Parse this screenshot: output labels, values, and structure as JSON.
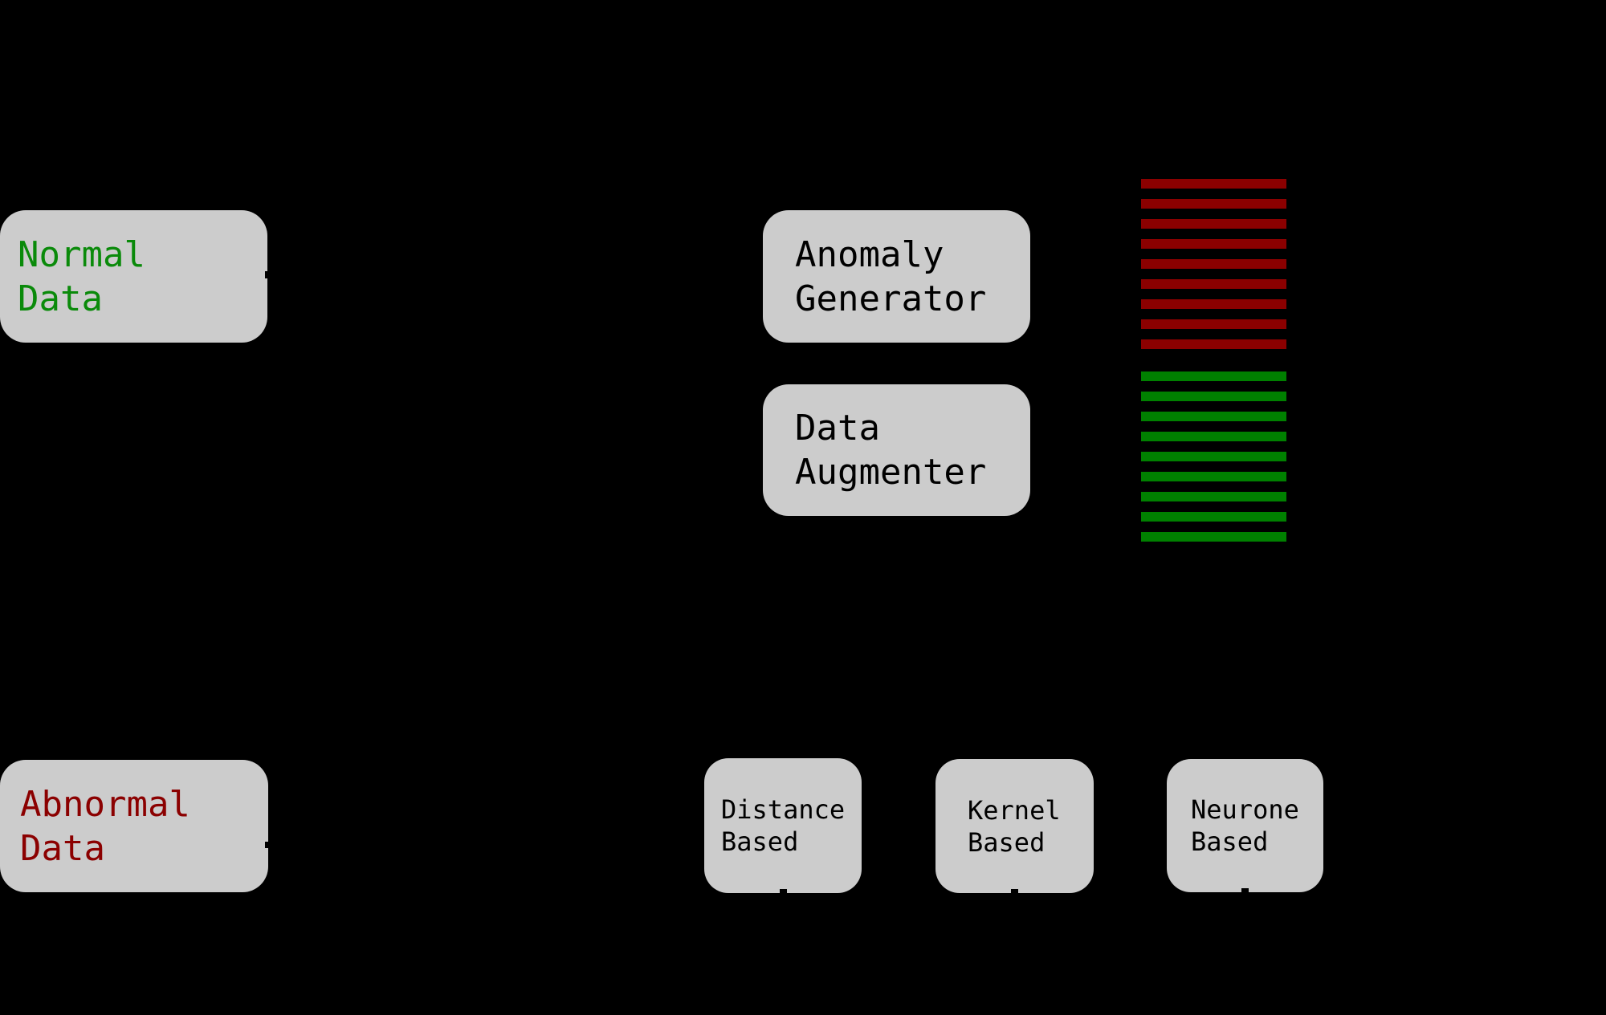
{
  "canvas": {
    "background_color": "#000000",
    "node_fill_color": "#CCCCCC"
  },
  "nodes": {
    "normal_data": {
      "line1": "Normal",
      "line2": "Data",
      "text_color": "#0A8A0A"
    },
    "abnormal_data": {
      "line1": "Abnormal",
      "line2": "Data",
      "text_color": "#8B0000"
    },
    "anomaly_generator": {
      "line1": "Anomaly",
      "line2": "Generator",
      "text_color": "#000000"
    },
    "data_augmenter": {
      "line1": "Data",
      "line2": "Augmenter",
      "text_color": "#000000"
    },
    "distance_based": {
      "line1": "Distance",
      "line2": "Based",
      "text_color": "#000000"
    },
    "kernel_based": {
      "line1": "Kernel",
      "line2": "Based",
      "text_color": "#000000"
    },
    "neurone_based": {
      "line1": "Neurone",
      "line2": "Based",
      "text_color": "#000000"
    }
  },
  "stacks": {
    "anomalous_stripes": {
      "count": 9,
      "color": "#8B0000"
    },
    "normal_stripes": {
      "count": 9,
      "color": "#008000"
    }
  }
}
